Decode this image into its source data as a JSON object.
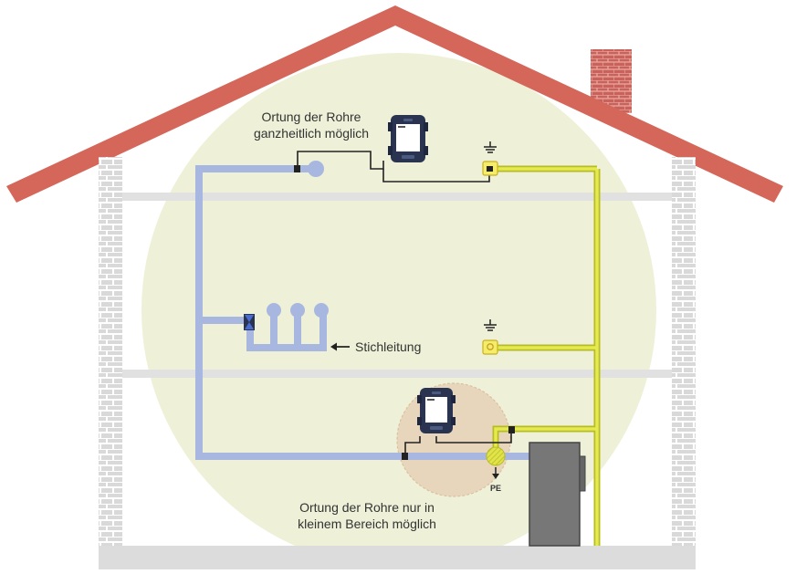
{
  "labels": {
    "top_annotation_line1": "Ortung der Rohre",
    "top_annotation_line2": "ganzheitlich möglich",
    "branch_label": "Stichleitung",
    "bottom_annotation_line1": "Ortung der Rohre nur in",
    "bottom_annotation_line2": "kleinem Bereich möglich",
    "pe_label": "PE"
  },
  "colors": {
    "roof": "#d5665a",
    "brick": "#c8c8c8",
    "pipe": "#a8b7e0",
    "ground_wire": "#d4dc3a",
    "zone_large": "#eef1d8",
    "zone_small": "#e8d2b8",
    "device": "#2a3350",
    "boiler": "#777777"
  }
}
